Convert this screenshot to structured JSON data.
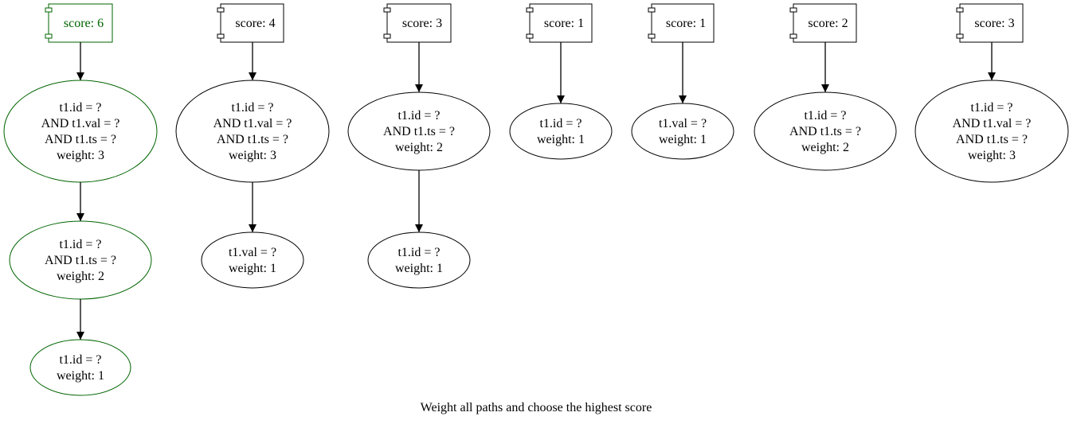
{
  "diagram": {
    "caption": "Weight all paths and choose the highest score",
    "highlight_color": "#006400",
    "default_color": "#000000",
    "columns": [
      {
        "highlighted": true,
        "score_label": "score: 6",
        "nodes": [
          {
            "lines": [
              "t1.id = ?",
              "AND t1.val = ?",
              "AND t1.ts = ?",
              "weight: 3"
            ]
          },
          {
            "lines": [
              "t1.id = ?",
              "AND t1.ts = ?",
              "weight: 2"
            ]
          },
          {
            "lines": [
              "t1.id = ?",
              "weight: 1"
            ]
          }
        ]
      },
      {
        "highlighted": false,
        "score_label": "score: 4",
        "nodes": [
          {
            "lines": [
              "t1.id = ?",
              "AND t1.val = ?",
              "AND t1.ts = ?",
              "weight: 3"
            ]
          },
          {
            "lines": [
              "t1.val = ?",
              "weight: 1"
            ]
          }
        ]
      },
      {
        "highlighted": false,
        "score_label": "score: 3",
        "nodes": [
          {
            "lines": [
              "t1.id = ?",
              "AND t1.ts = ?",
              "weight: 2"
            ]
          },
          {
            "lines": [
              "t1.id = ?",
              "weight: 1"
            ]
          }
        ]
      },
      {
        "highlighted": false,
        "score_label": "score: 1",
        "nodes": [
          {
            "lines": [
              "t1.id = ?",
              "weight: 1"
            ]
          }
        ]
      },
      {
        "highlighted": false,
        "score_label": "score: 1",
        "nodes": [
          {
            "lines": [
              "t1.val = ?",
              "weight: 1"
            ]
          }
        ]
      },
      {
        "highlighted": false,
        "score_label": "score: 2",
        "nodes": [
          {
            "lines": [
              "t1.id = ?",
              "AND t1.ts = ?",
              "weight: 2"
            ]
          }
        ]
      },
      {
        "highlighted": false,
        "score_label": "score: 3",
        "nodes": [
          {
            "lines": [
              "t1.id = ?",
              "AND t1.val = ?",
              "AND t1.ts = ?",
              "weight: 3"
            ]
          }
        ]
      }
    ]
  }
}
